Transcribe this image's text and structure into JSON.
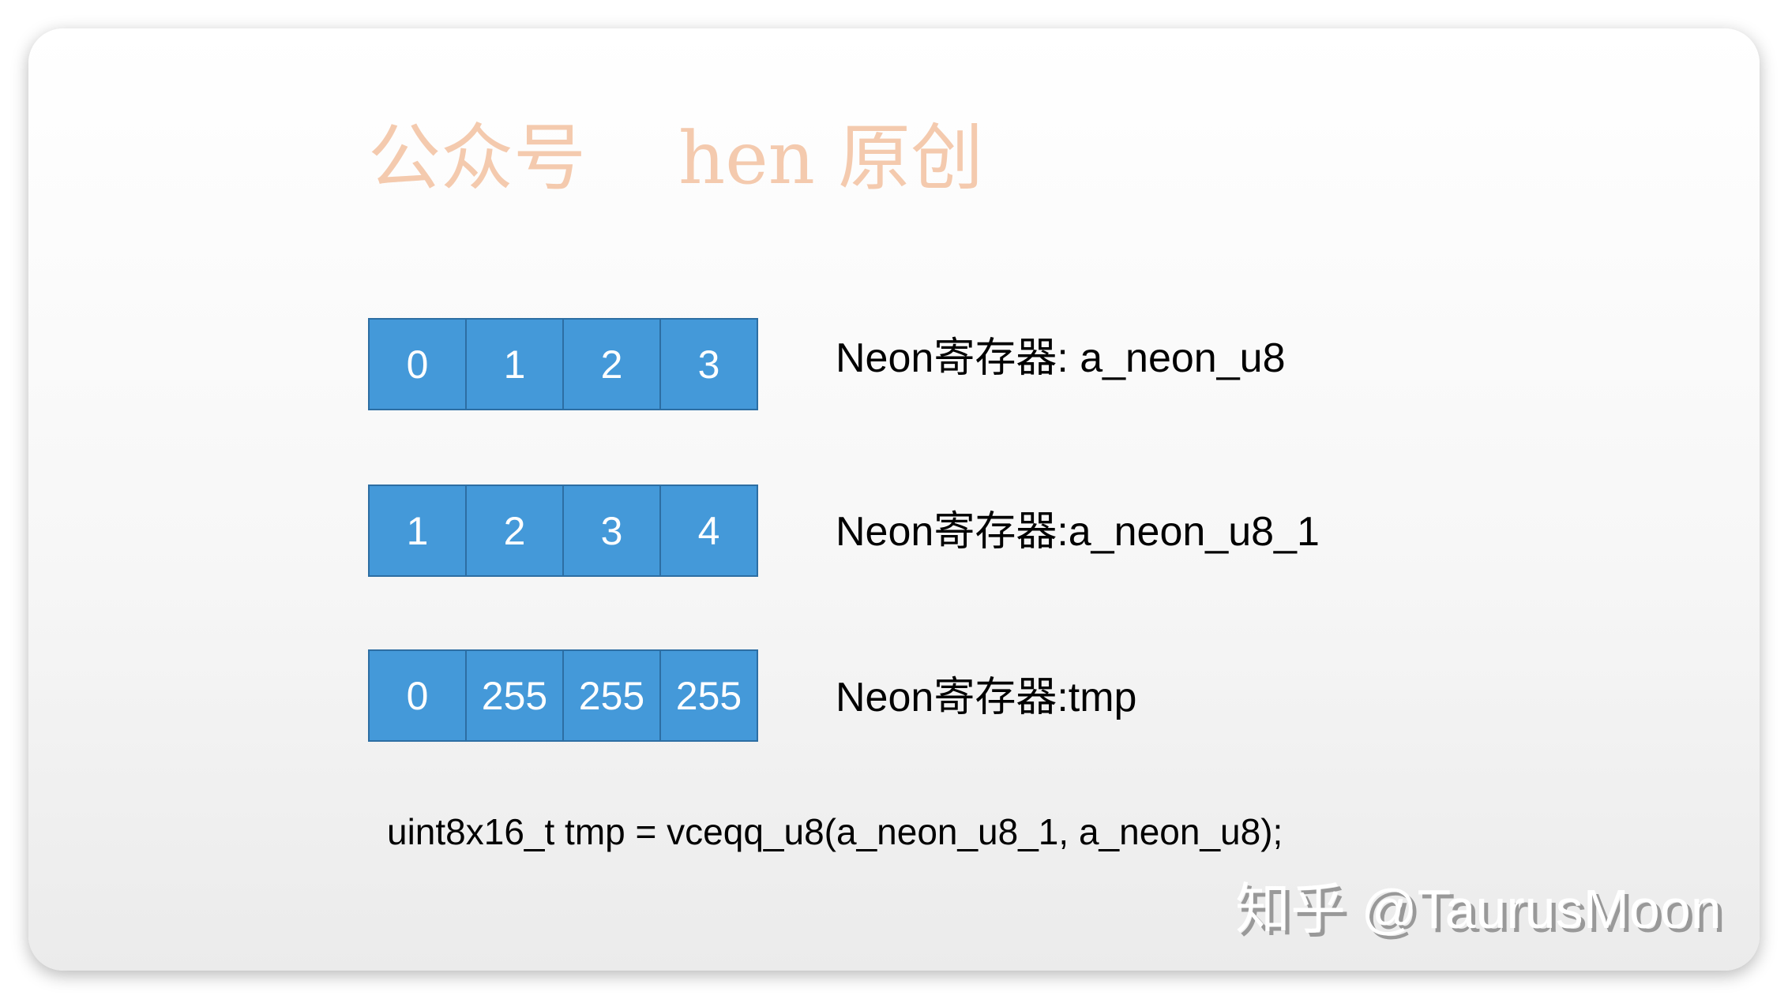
{
  "registers": [
    {
      "values": [
        "0",
        "1",
        "2",
        "3"
      ],
      "label": "Neon寄存器: a_neon_u8"
    },
    {
      "values": [
        "1",
        "2",
        "3",
        "4"
      ],
      "label": "Neon寄存器:a_neon_u8_1"
    },
    {
      "values": [
        "0",
        "255",
        "255",
        "255"
      ],
      "label": "Neon寄存器:tmp"
    }
  ],
  "code": "uint8x16_t tmp = vceqq_u8(a_neon_u8_1, a_neon_u8);",
  "watermark_original": "公众号    hen 原创",
  "watermark_site": "知乎 @TaurusMoon",
  "colors": {
    "cell_fill": "#4499d9",
    "cell_border": "#2d6ea3",
    "watermark": "#eca06e"
  }
}
